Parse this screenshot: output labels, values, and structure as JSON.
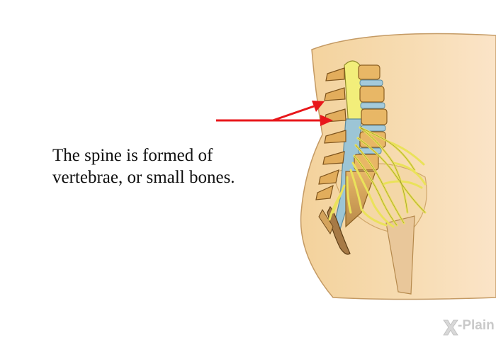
{
  "caption": {
    "line1": "The spine is formed of",
    "line2": "vertebrae, or small bones."
  },
  "logo": {
    "text": "-Plain"
  },
  "colors": {
    "skin": "#f6d8a6",
    "bone": "#e7b663",
    "disc": "#9fc6d8",
    "nerve": "#f2ef7c",
    "arrow": "#e8171b"
  },
  "icons": {
    "arrows": "red-pointer-arrows",
    "logo": "xplain-logo"
  }
}
